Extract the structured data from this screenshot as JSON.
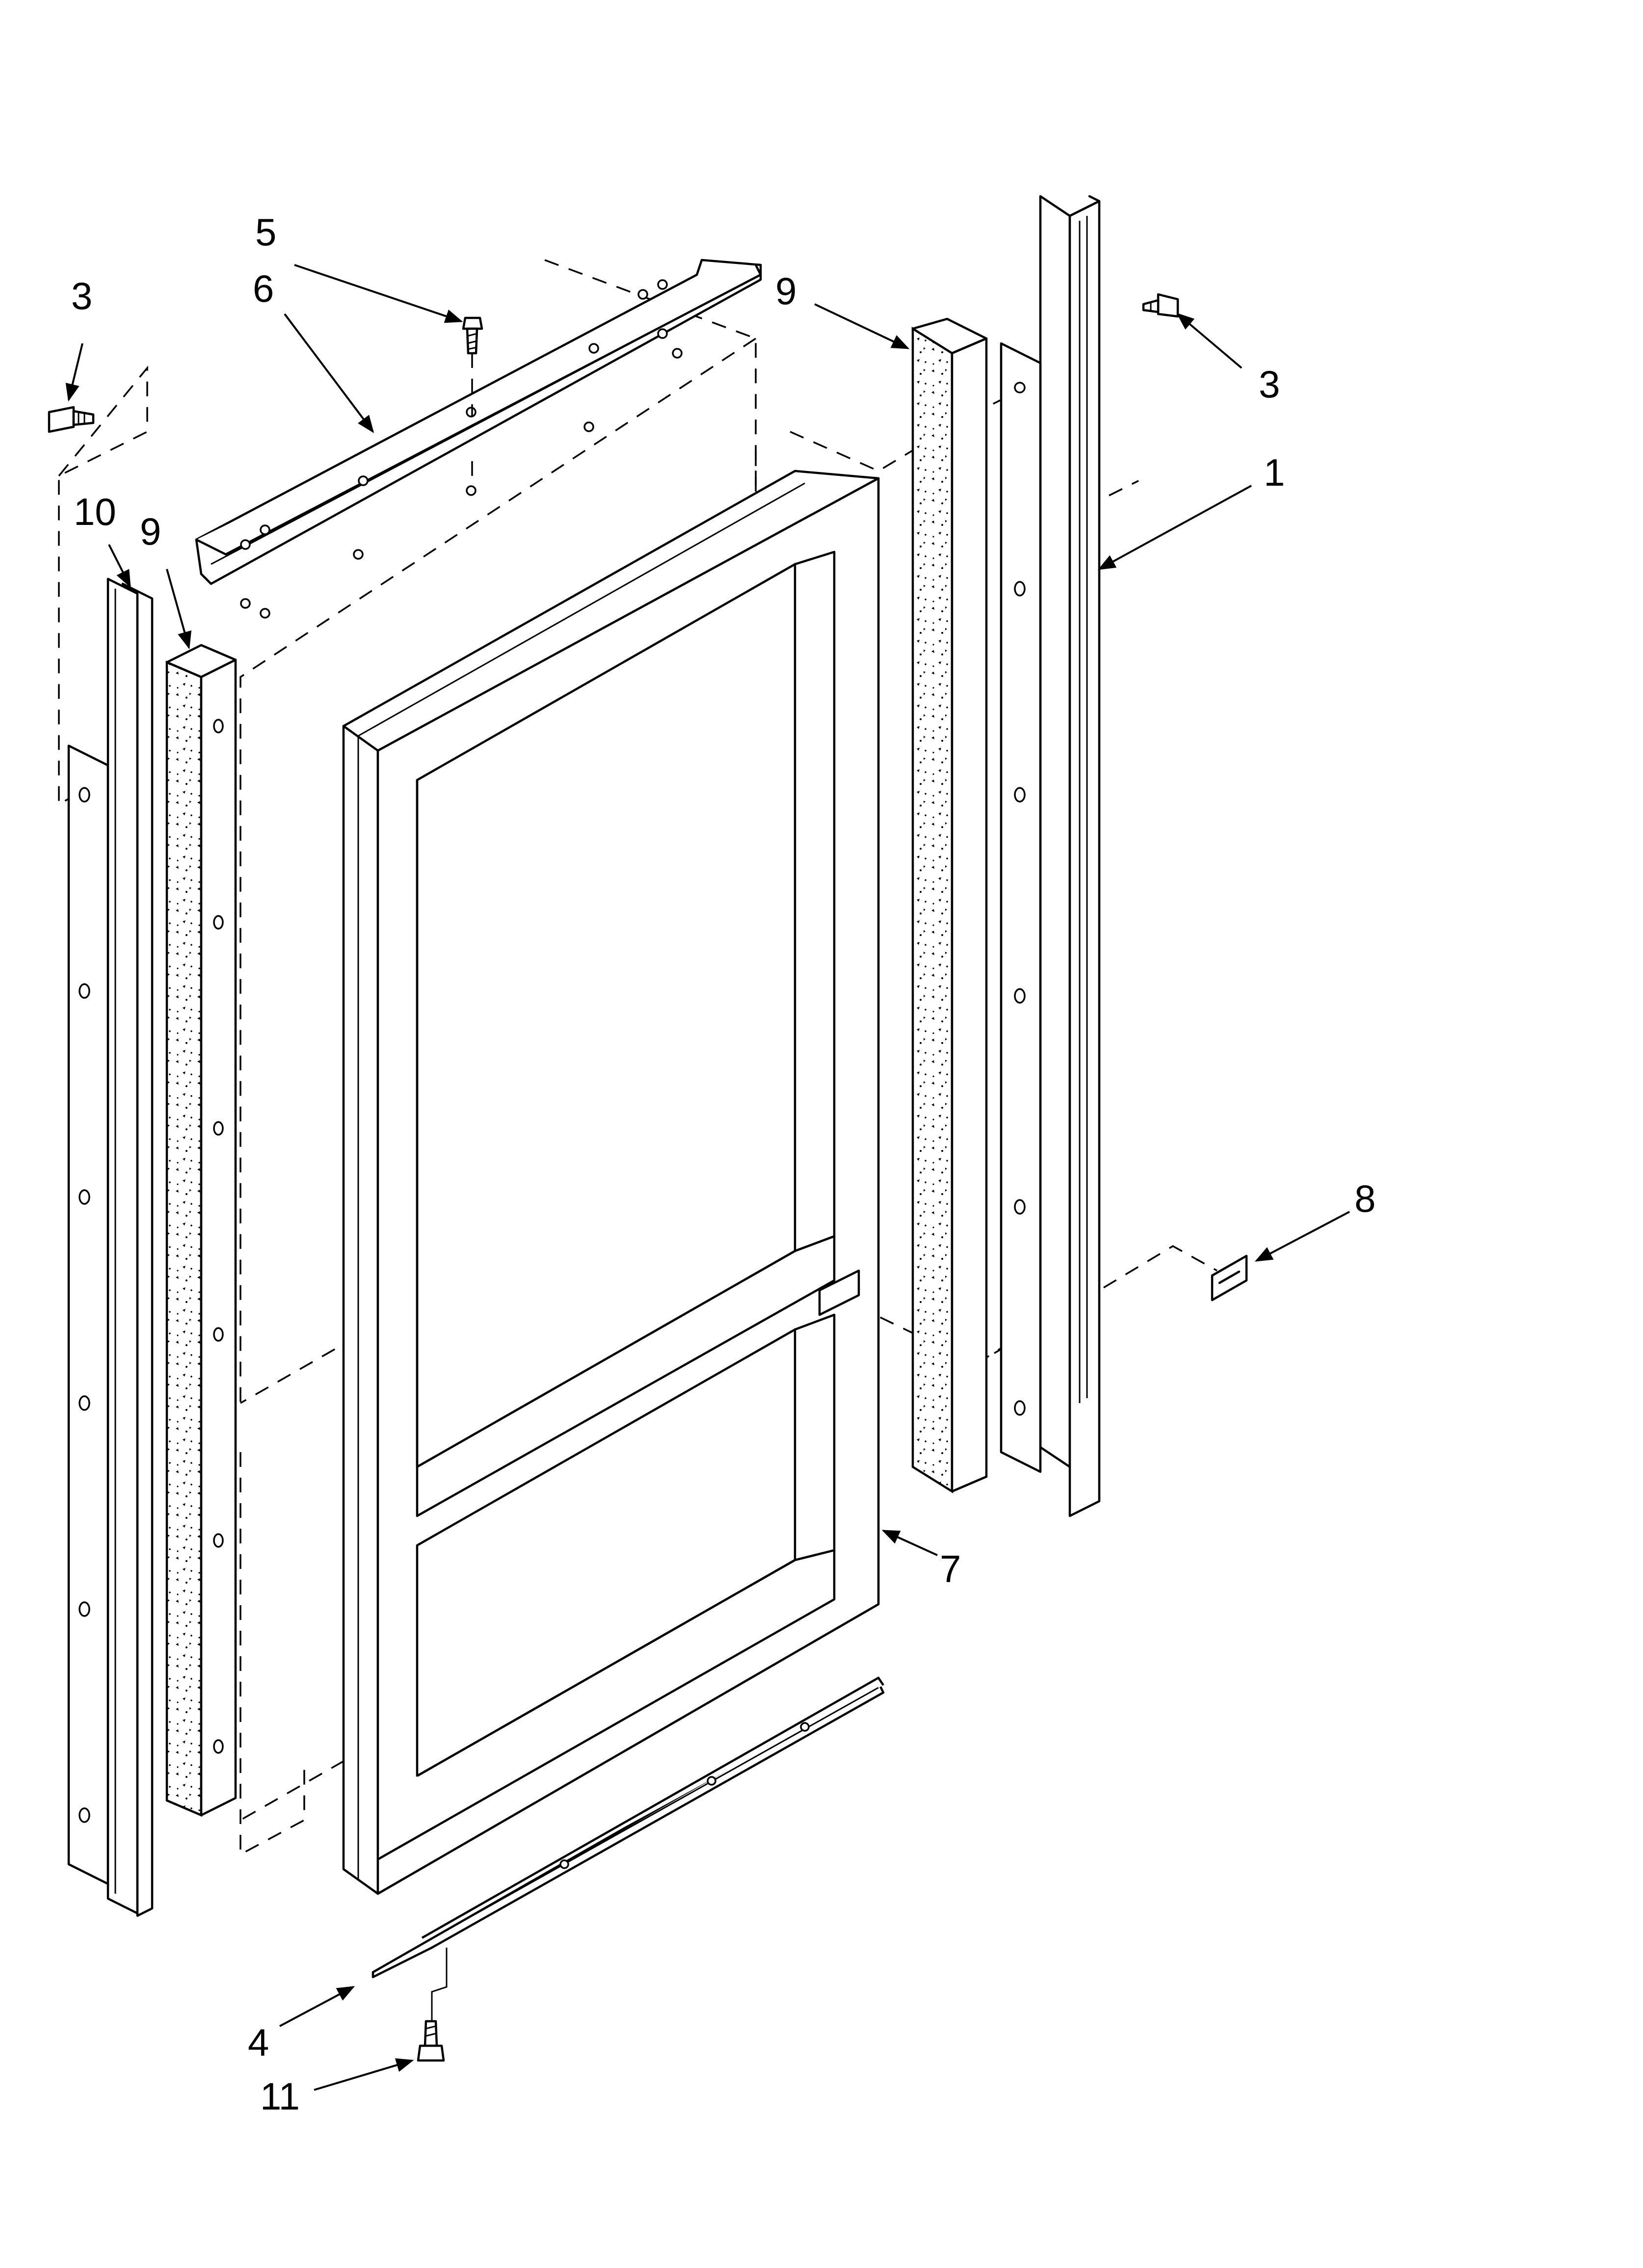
{
  "callouts": [
    {
      "id": "c1",
      "label": "1"
    },
    {
      "id": "c3a",
      "label": "3"
    },
    {
      "id": "c3b",
      "label": "3"
    },
    {
      "id": "c4",
      "label": "4"
    },
    {
      "id": "c5",
      "label": "5"
    },
    {
      "id": "c6",
      "label": "6"
    },
    {
      "id": "c7",
      "label": "7"
    },
    {
      "id": "c8",
      "label": "8"
    },
    {
      "id": "c9a",
      "label": "9"
    },
    {
      "id": "c9b",
      "label": "9"
    },
    {
      "id": "c10",
      "label": "10"
    },
    {
      "id": "c11",
      "label": "11"
    }
  ]
}
